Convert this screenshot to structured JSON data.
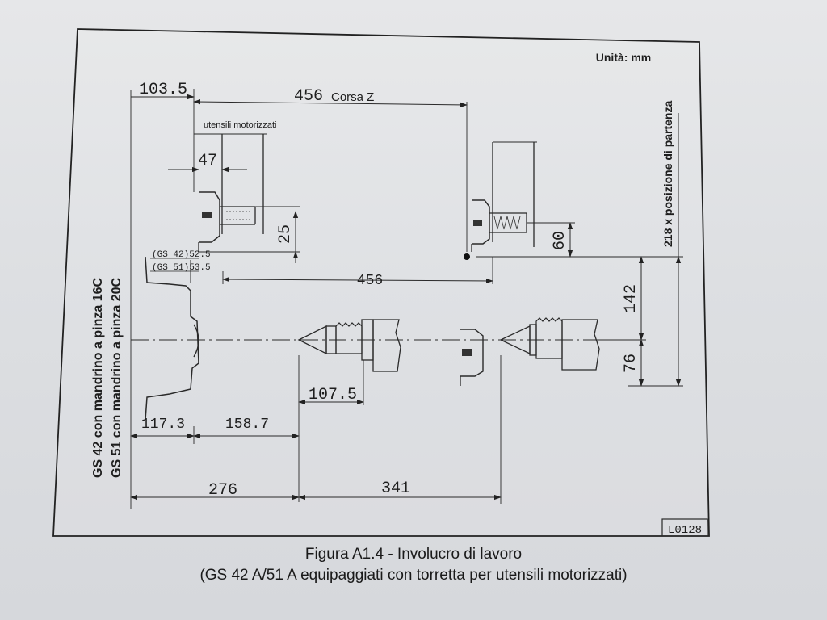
{
  "units_label": "Unità: mm",
  "drawing_code": "L0128",
  "caption": {
    "title": "Figura A1.4 - Involucro di lavoro",
    "subtitle": "(GS 42 A/51 A equipaggiati con torretta per utensili motorizzati)"
  },
  "side_labels": {
    "gs42": "GS 42 con mandrino a pinza 16C",
    "gs51": "GS 51 con mandrino a pinza 20C"
  },
  "live_tools_label": "utensili motorizzati",
  "start_position_label": "218 x posizione di partenza",
  "gs42_offset": "(GS 42)52.5",
  "gs51_offset": "(GS 51)53.5",
  "dimensions": {
    "d103_5": "103.5",
    "d456_top": "456",
    "corsa_z": "Corsa Z",
    "d47": "47",
    "d25": "25",
    "d60": "60",
    "d456_mid": "456",
    "d142": "142",
    "d76": "76",
    "d107_5": "107.5",
    "d117_3": "117.3",
    "d158_7": "158.7",
    "d276": "276",
    "d341": "341"
  }
}
